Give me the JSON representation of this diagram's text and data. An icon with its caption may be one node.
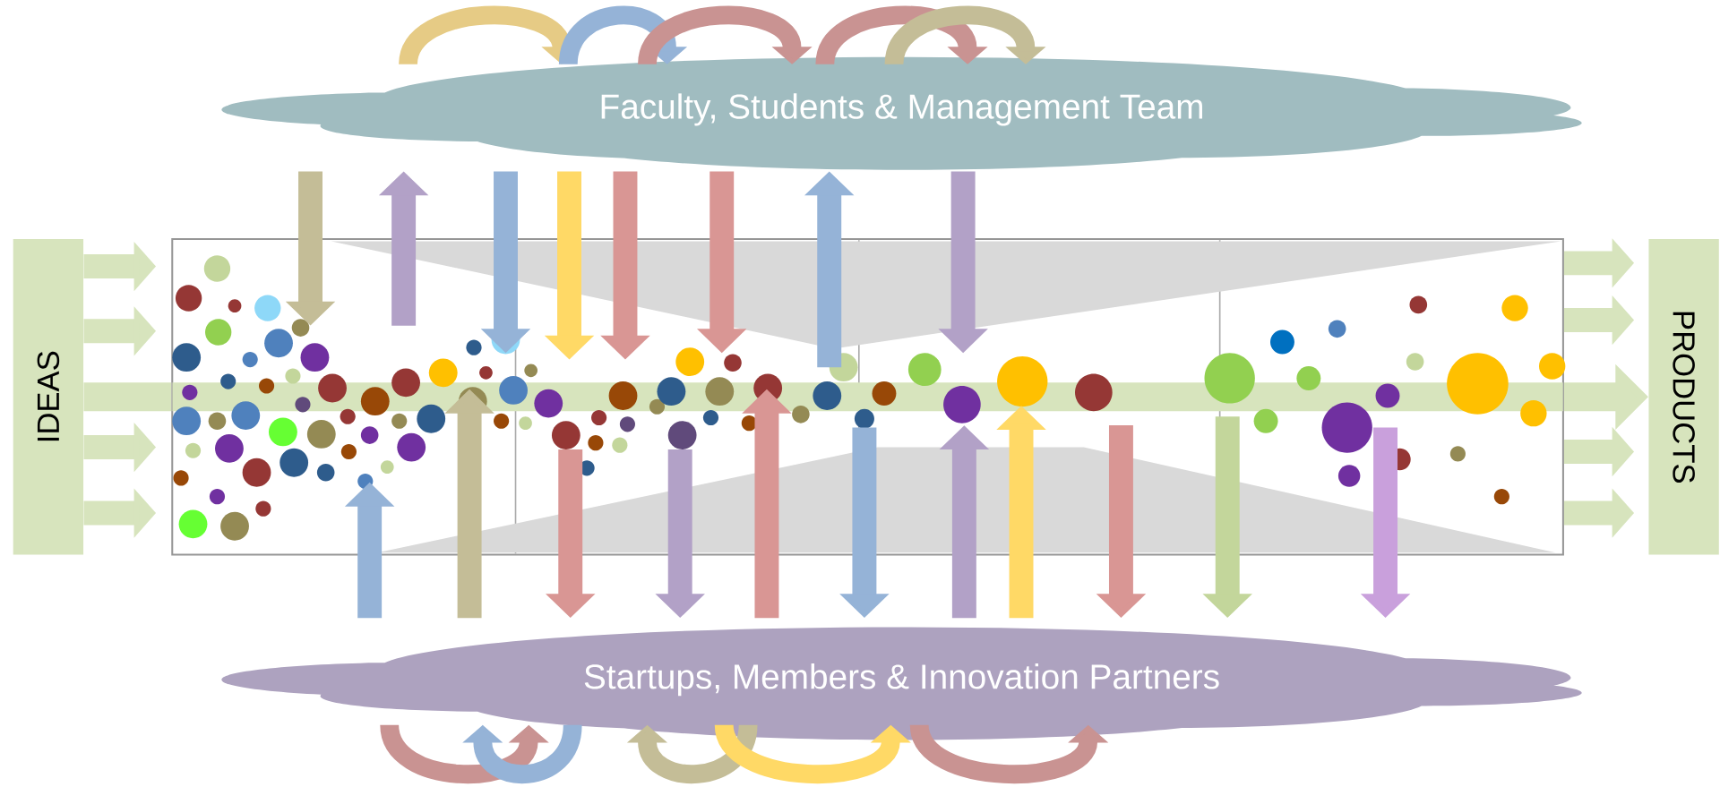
{
  "diagram": {
    "nodes": [
      {
        "text": [
          "Faculty, Students & Management Team"
        ]
      },
      {
        "text": [
          "IDEAS"
        ]
      },
      {
        "text": [],
        "shape": "box"
      },
      {
        "text": [
          "PRODUCTS"
        ]
      },
      {
        "text": [
          "Startups, Members & Innovation Partners"
        ]
      }
    ],
    "edges": [
      {
        "from": 1,
        "to": 2,
        "arrow": "to",
        "color": "#d7e4bd"
      },
      {
        "from": 1,
        "to": 2,
        "arrow": "to",
        "color": "#d7e4bd"
      },
      {
        "from": 1,
        "to": 2,
        "arrow": "to",
        "color": "#d7e4bd"
      },
      {
        "from": 1,
        "to": 2,
        "arrow": "to",
        "color": "#d7e4bd"
      },
      {
        "from": 1,
        "to": 2,
        "arrow": "none",
        "color": "#d7e4bd"
      },
      {
        "from": 2,
        "to": 3,
        "arrow": "to",
        "color": "#d7e4bd"
      },
      {
        "from": 2,
        "to": 3,
        "arrow": "to",
        "color": "#d7e4bd"
      },
      {
        "from": 2,
        "to": 3,
        "arrow": "to",
        "color": "#d7e4bd"
      },
      {
        "from": 2,
        "to": 3,
        "arrow": "to",
        "color": "#d7e4bd"
      },
      {
        "from": 0,
        "to": 2,
        "arrow": "to",
        "color": "#c4bd97"
      },
      {
        "from": 2,
        "to": 0,
        "arrow": "to",
        "color": "#b2a1c7"
      },
      {
        "from": 0,
        "to": 2,
        "arrow": "to",
        "color": "#95b3d7"
      },
      {
        "from": 0,
        "to": 2,
        "arrow": "to",
        "color": "#ffd966"
      },
      {
        "from": 0,
        "to": 2,
        "arrow": "to",
        "color": "#d99694"
      },
      {
        "from": 0,
        "to": 2,
        "arrow": "to",
        "color": "#d99694"
      },
      {
        "from": 2,
        "to": 0,
        "arrow": "to",
        "color": "#95b3d7"
      },
      {
        "from": 0,
        "to": 2,
        "arrow": "to",
        "color": "#b2a1c7"
      },
      {
        "from": 4,
        "to": 2,
        "arrow": "to",
        "color": "#95b3d7"
      },
      {
        "from": 4,
        "to": 2,
        "arrow": "to",
        "color": "#c4bd97"
      },
      {
        "from": 2,
        "to": 4,
        "arrow": "to",
        "color": "#d99694"
      },
      {
        "from": 2,
        "to": 4,
        "arrow": "to",
        "color": "#b2a1c7"
      },
      {
        "from": 4,
        "to": 2,
        "arrow": "to",
        "color": "#d99694"
      },
      {
        "from": 2,
        "to": 4,
        "arrow": "to",
        "color": "#95b3d7"
      },
      {
        "from": 4,
        "to": 2,
        "arrow": "to",
        "color": "#b2a1c7"
      },
      {
        "from": 4,
        "to": 2,
        "arrow": "to",
        "color": "#ffd966"
      },
      {
        "from": 2,
        "to": 4,
        "arrow": "to",
        "color": "#d99694"
      },
      {
        "from": 2,
        "to": 4,
        "arrow": "to",
        "color": "#c3d69b"
      },
      {
        "from": 2,
        "to": 4,
        "arrow": "to",
        "color": "#c9a0dc"
      },
      {
        "from": 0,
        "to": 0,
        "arrow": "to",
        "color": "#e6cb85"
      },
      {
        "from": 0,
        "to": 0,
        "arrow": "to",
        "color": "#95b3d7"
      },
      {
        "from": 0,
        "to": 0,
        "arrow": "to",
        "color": "#c99392"
      },
      {
        "from": 0,
        "to": 0,
        "arrow": "to",
        "color": "#c99392"
      },
      {
        "from": 0,
        "to": 0,
        "arrow": "to",
        "color": "#c4bd97"
      },
      {
        "from": 4,
        "to": 4,
        "arrow": "to",
        "color": "#c99392"
      },
      {
        "from": 4,
        "to": 4,
        "arrow": "to",
        "color": "#95b3d7"
      },
      {
        "from": 4,
        "to": 4,
        "arrow": "to",
        "color": "#c4bd97"
      },
      {
        "from": 4,
        "to": 4,
        "arrow": "to",
        "color": "#ffd966"
      },
      {
        "from": 4,
        "to": 4,
        "arrow": "to",
        "color": "#c99392"
      },
      {
        "from": 2,
        "to": 3,
        "arrow": "to",
        "color": "#d7e4bd"
      }
    ]
  }
}
